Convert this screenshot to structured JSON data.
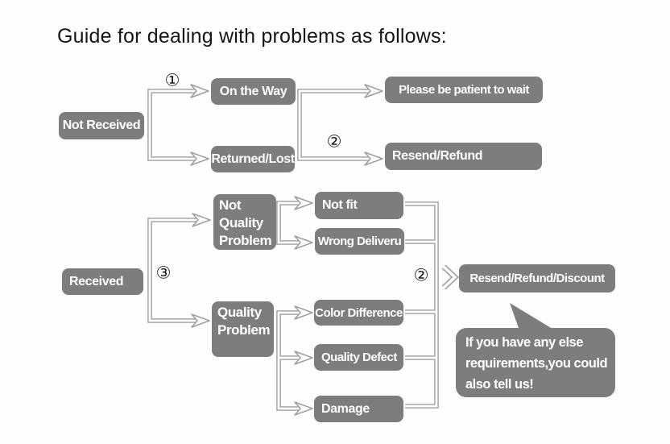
{
  "title": "Guide for dealing with problems as follows:",
  "steps": {
    "one": "①",
    "two_top": "②",
    "three": "③",
    "two_bottom": "②"
  },
  "nodes": {
    "not_received": "Not Received",
    "on_the_way": "On the Way",
    "returned_lost": "Returned/Lost",
    "please_wait": "Please be patient to wait",
    "resend_refund": "Resend/Refund",
    "not_quality_problem_lines": [
      "Not",
      "Quality",
      "Problem"
    ],
    "not_fit": "Not fit",
    "wrong_deliveru": "Wrong Deliveru",
    "received": "Received",
    "quality_problem_lines": [
      "Quality",
      "Problem"
    ],
    "color_difference": "Color Difference",
    "quality_defect": "Quality Defect",
    "damage": "Damage",
    "resend_refund_discount": "Resend/Refund/Discount"
  },
  "bubble": {
    "lines": [
      "If you have any else",
      "requirements,you could",
      "also tell us!"
    ]
  },
  "colors": {
    "node_bg": "#7d7d7d",
    "node_text": "#ffffff",
    "line": "#9e9e9e",
    "title_text": "#161616"
  }
}
